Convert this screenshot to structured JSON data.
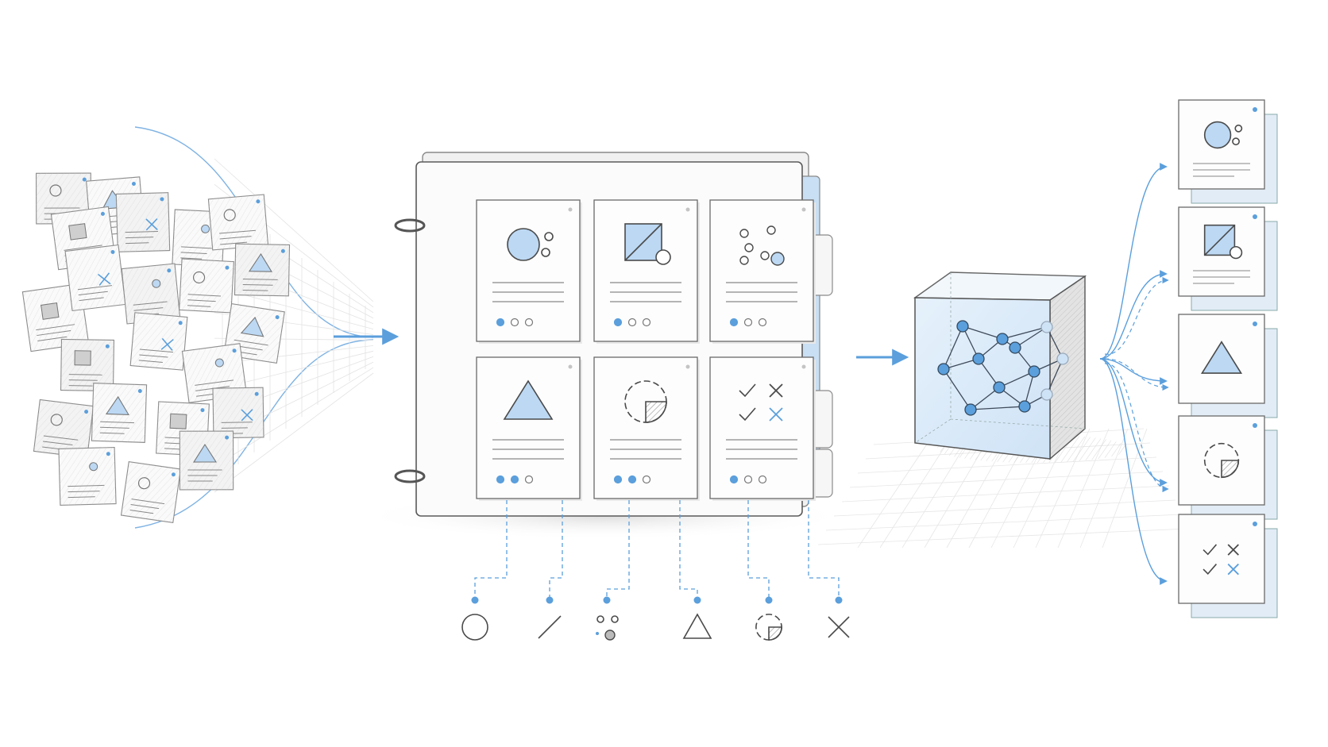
{
  "colors": {
    "accent": "#5b9fdc",
    "accent_fill": "#bcd8f3",
    "ink": "#4a4a4a",
    "pencil": "#9a9a9a",
    "paper": "#fbfbfb",
    "tab": "#c9dff3"
  },
  "binder_cards": [
    {
      "icon": "circle-icon",
      "dots_filled": 1
    },
    {
      "icon": "square-diagonal-icon",
      "dots_filled": 1
    },
    {
      "icon": "scatter-dots-icon",
      "dots_filled": 1
    },
    {
      "icon": "triangle-icon",
      "dots_filled": 2
    },
    {
      "icon": "pie-icon",
      "dots_filled": 2
    },
    {
      "icon": "check-cross-icon",
      "dots_filled": 1
    }
  ],
  "legend_icons": [
    "circle-icon",
    "line-icon",
    "dots-icon",
    "triangle-icon",
    "pie-icon",
    "cross-icon"
  ],
  "output_cards": [
    "circle-icon",
    "square-diagonal-icon",
    "triangle-icon",
    "pie-icon",
    "check-cross-icon"
  ],
  "scattered_notes_count": 22,
  "cube_nodes": 12
}
